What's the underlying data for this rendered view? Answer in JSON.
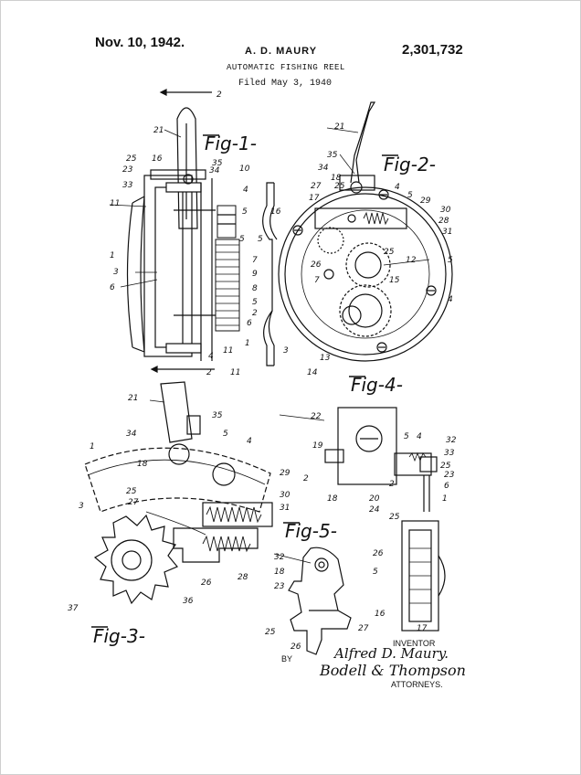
{
  "header": {
    "date": "Nov. 10, 1942.",
    "inventor_name": "A. D. MAURY",
    "patent_number": "2,301,732",
    "title": "AUTOMATIC FISHING REEL",
    "filed": "Filed May 3, 1940"
  },
  "figure_labels": {
    "fig1": "Fig-1-",
    "fig2": "Fig-2-",
    "fig3": "Fig-3-",
    "fig4": "Fig-4-",
    "fig5": "Fig-5-"
  },
  "reference_numerals": {
    "n2": "2",
    "n21": "21",
    "n35": "35",
    "n34": "34",
    "n10": "10",
    "n25": "25",
    "n23": "23",
    "n33": "33",
    "n11": "11",
    "n4": "4",
    "n5": "5",
    "n1": "1",
    "n3": "3",
    "n6": "6",
    "n7": "7",
    "n9": "9",
    "n8": "8",
    "n16": "16",
    "n27": "27",
    "n17": "17",
    "n29": "29",
    "n28": "28",
    "n30": "30",
    "n31": "31",
    "n26": "26",
    "n12": "12",
    "n15": "15",
    "n14": "14",
    "n13": "13",
    "n36": "36",
    "n37": "37",
    "n22": "22",
    "n19": "19",
    "n18": "18",
    "n32": "32",
    "n20": "20",
    "n24": "24"
  },
  "signature_block": {
    "inventor_label": "INVENTOR",
    "by_label": "BY",
    "inventor_signature": "Alfred D. Maury.",
    "attorney_signature": "Bodell & Thompson",
    "attorneys_label": "ATTORNEYS."
  }
}
